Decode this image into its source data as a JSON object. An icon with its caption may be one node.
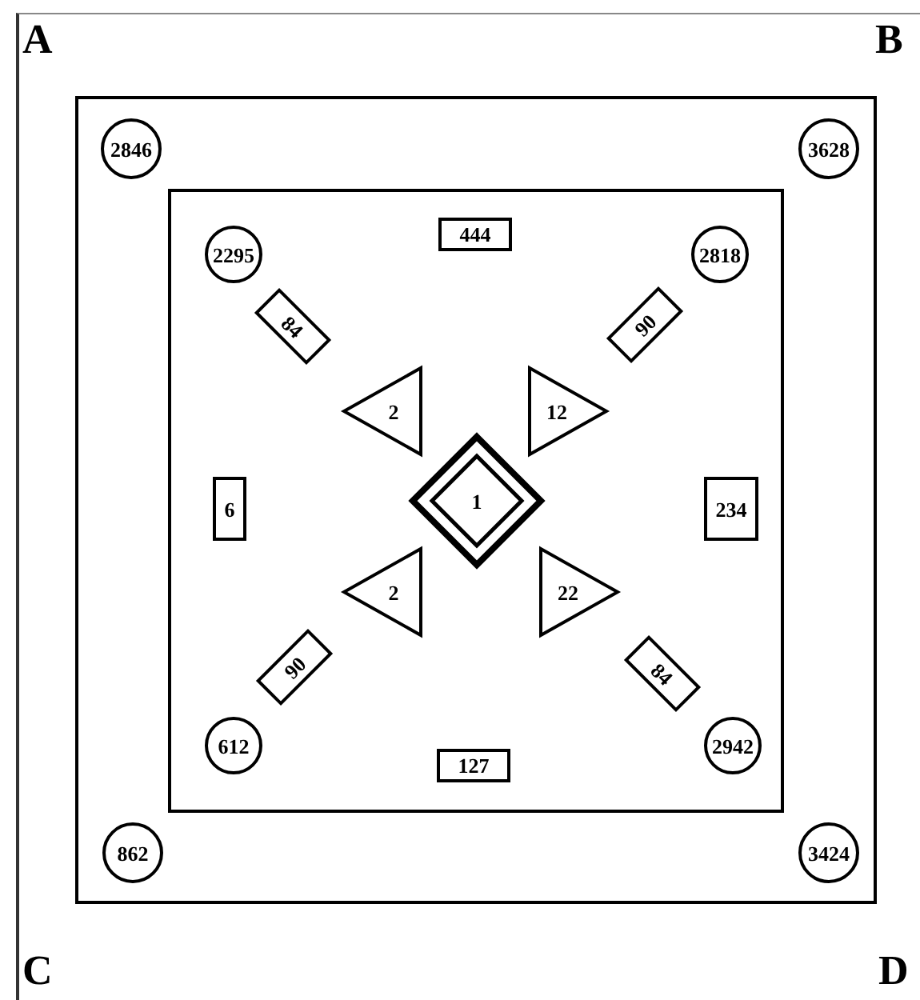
{
  "diagram": {
    "nodes": [
      {
        "text": [],
        "shape": "box"
      },
      {
        "text": [
          "2846"
        ],
        "in": 0
      },
      {
        "text": [
          "3628"
        ],
        "in": 0
      },
      {
        "text": [],
        "shape": "box",
        "in": 0
      },
      {
        "text": [
          "2295"
        ],
        "in": 3
      },
      {
        "text": [
          "444"
        ],
        "in": 3
      },
      {
        "text": [
          "2818"
        ],
        "in": 3
      },
      {
        "text": [
          "84"
        ],
        "in": 3
      },
      {
        "text": [
          "90"
        ],
        "in": 3
      },
      {
        "text": [
          "2"
        ],
        "in": 3
      },
      {
        "text": [
          "12"
        ],
        "in": 3
      },
      {
        "text": [
          "6"
        ],
        "in": 3
      },
      {
        "text": [
          "1"
        ],
        "in": 3
      },
      {
        "text": [
          "234"
        ],
        "in": 3
      },
      {
        "text": [
          "2"
        ],
        "in": 3
      },
      {
        "text": [
          "22"
        ],
        "in": 3
      },
      {
        "text": [
          "90"
        ],
        "in": 3
      },
      {
        "text": [
          "84"
        ],
        "in": 3
      },
      {
        "text": [
          "612"
        ],
        "in": 3
      },
      {
        "text": [
          "127"
        ],
        "in": 3
      },
      {
        "text": [
          "2942"
        ],
        "in": 3
      },
      {
        "text": [
          "862"
        ],
        "in": 0
      },
      {
        "text": [
          "3424"
        ],
        "in": 0
      }
    ],
    "labels": [
      "A",
      "B",
      "C",
      "D"
    ]
  }
}
